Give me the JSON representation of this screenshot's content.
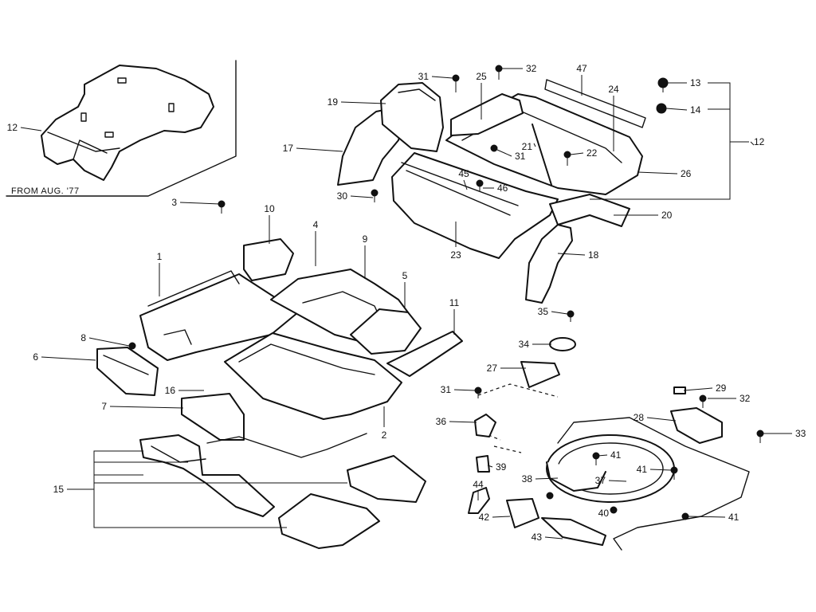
{
  "inset": {
    "label": "FROM AUG. '77"
  },
  "callouts": [
    {
      "text": "1"
    },
    {
      "text": "2"
    },
    {
      "text": "3"
    },
    {
      "text": "4"
    },
    {
      "text": "5"
    },
    {
      "text": "6"
    },
    {
      "text": "7"
    },
    {
      "text": "8"
    },
    {
      "text": "9"
    },
    {
      "text": "10"
    },
    {
      "text": "11"
    },
    {
      "text": "12"
    },
    {
      "text": "12"
    },
    {
      "text": "13"
    },
    {
      "text": "14"
    },
    {
      "text": "15"
    },
    {
      "text": "16"
    },
    {
      "text": "17"
    },
    {
      "text": "18"
    },
    {
      "text": "19"
    },
    {
      "text": "20"
    },
    {
      "text": "21"
    },
    {
      "text": "22"
    },
    {
      "text": "23"
    },
    {
      "text": "24"
    },
    {
      "text": "25"
    },
    {
      "text": "26"
    },
    {
      "text": "27"
    },
    {
      "text": "28"
    },
    {
      "text": "29"
    },
    {
      "text": "30"
    },
    {
      "text": "31"
    },
    {
      "text": "31"
    },
    {
      "text": "31"
    },
    {
      "text": "32"
    },
    {
      "text": "32"
    },
    {
      "text": "33"
    },
    {
      "text": "34"
    },
    {
      "text": "35"
    },
    {
      "text": "36"
    },
    {
      "text": "37"
    },
    {
      "text": "38"
    },
    {
      "text": "39"
    },
    {
      "text": "40"
    },
    {
      "text": "41"
    },
    {
      "text": "41"
    },
    {
      "text": "41"
    },
    {
      "text": "42"
    },
    {
      "text": "43"
    },
    {
      "text": "44"
    },
    {
      "text": "45"
    },
    {
      "text": "46"
    },
    {
      "text": "47"
    }
  ]
}
